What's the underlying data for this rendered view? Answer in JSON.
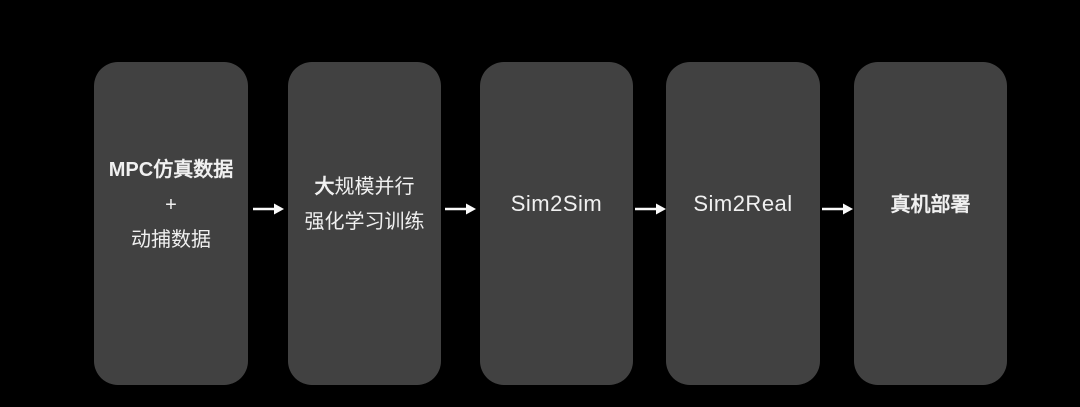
{
  "colors": {
    "background": "#000000",
    "box_fill": "#414141",
    "text": "#f0f0f0",
    "arrow": "#fafafa"
  },
  "flow": {
    "type": "pipeline-flowchart",
    "direction": "left-to-right",
    "stages": [
      {
        "line1": "MPC仿真数据",
        "line2": "+",
        "line3": "动捕数据"
      },
      {
        "line1_bold": "大",
        "line1_rest": "规模并行",
        "line2": "强化学习训练"
      },
      {
        "label": "Sim2Sim"
      },
      {
        "label": "Sim2Real"
      },
      {
        "label": "真机部署"
      }
    ]
  }
}
